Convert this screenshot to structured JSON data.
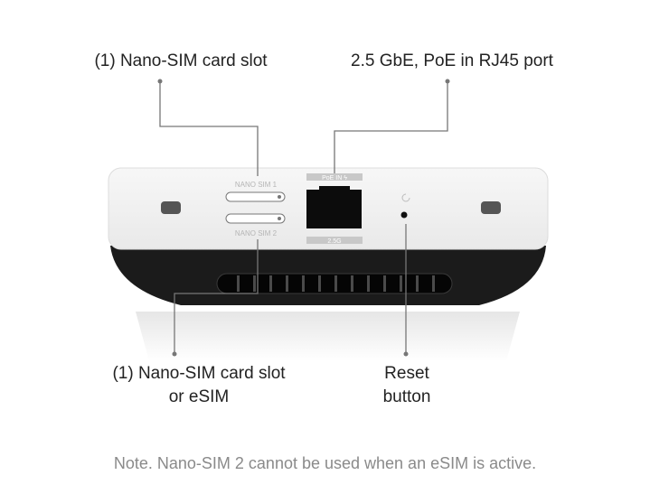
{
  "callouts": {
    "sim_slot_top": "(1) Nano-SIM card slot",
    "rj45_port": "2.5 GbE, PoE in RJ45 port",
    "sim_slot_bottom_line1": "(1) Nano-SIM card slot",
    "sim_slot_bottom_line2": "or eSIM",
    "reset_line1": "Reset",
    "reset_line2": "button"
  },
  "device_labels": {
    "sim1": "NANO SIM 1",
    "sim2": "NANO SIM 2",
    "poe": "PoE IN ϟ",
    "speed": "2.5G"
  },
  "note": "Note. Nano-SIM 2 cannot be used when an eSIM is active."
}
